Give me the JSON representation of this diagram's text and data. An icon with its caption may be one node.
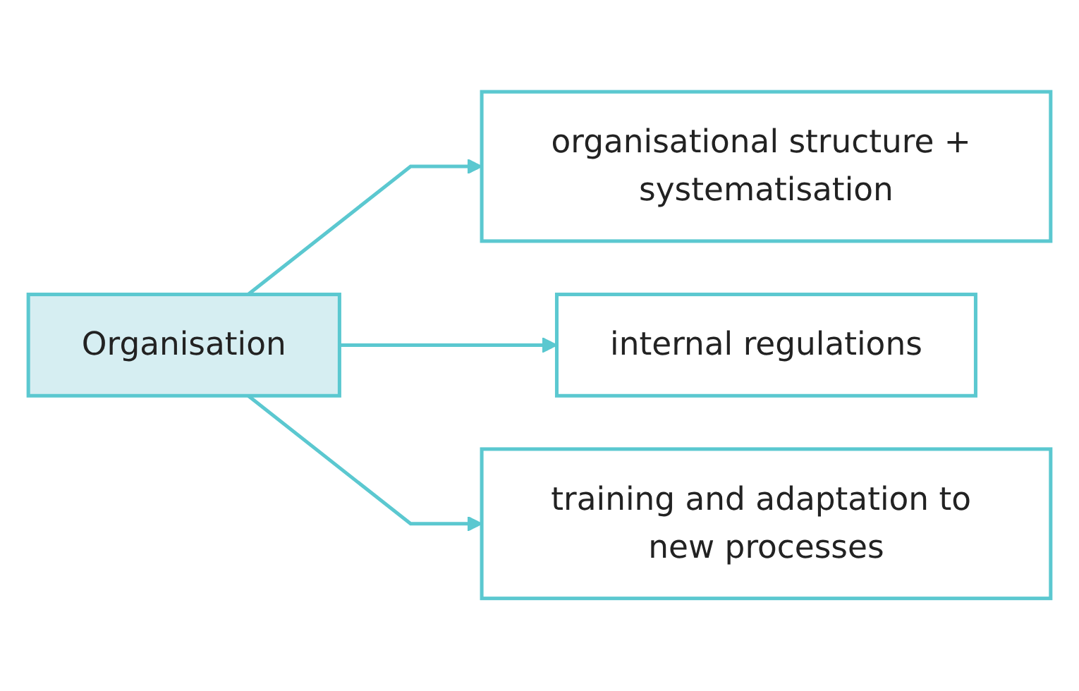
{
  "diagram": {
    "nodes": [
      {
        "text": [
          "Organisation"
        ]
      },
      {
        "text": [
          "organisational structure + systematisation"
        ]
      },
      {
        "text": [
          "internal regulations"
        ]
      },
      {
        "text": [
          "training and adaptation to new processes"
        ]
      }
    ],
    "edges": [
      {
        "from": 0,
        "to": 1,
        "arrow": "to"
      },
      {
        "from": 0,
        "to": 2,
        "arrow": "to"
      },
      {
        "from": 0,
        "to": 3,
        "arrow": "to"
      }
    ]
  }
}
